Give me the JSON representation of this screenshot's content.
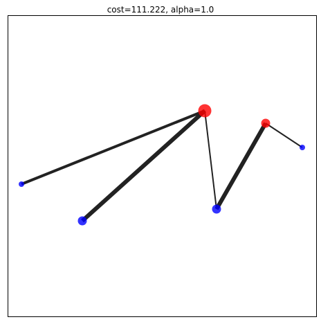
{
  "title": "cost=111.222, alpha=1.0",
  "colors": {
    "background": "#ffffff",
    "frame": "#000000",
    "edge": "#222222",
    "red_node": "#ff0000",
    "blue_node": "#0000ff"
  },
  "nodes": [
    {
      "id": "r1",
      "color": "red",
      "size": "large"
    },
    {
      "id": "r2",
      "color": "red",
      "size": "medium"
    },
    {
      "id": "b1",
      "color": "blue",
      "size": "small"
    },
    {
      "id": "b2",
      "color": "blue",
      "size": "medium"
    },
    {
      "id": "b3",
      "color": "blue",
      "size": "medium"
    },
    {
      "id": "b4",
      "color": "blue",
      "size": "small"
    }
  ],
  "edges": [
    {
      "from": "r1",
      "to": "b1",
      "weight": "medium"
    },
    {
      "from": "r1",
      "to": "b2",
      "weight": "heavy"
    },
    {
      "from": "r1",
      "to": "b3",
      "weight": "light"
    },
    {
      "from": "r2",
      "to": "b3",
      "weight": "heavy"
    },
    {
      "from": "r2",
      "to": "b4",
      "weight": "light"
    }
  ]
}
